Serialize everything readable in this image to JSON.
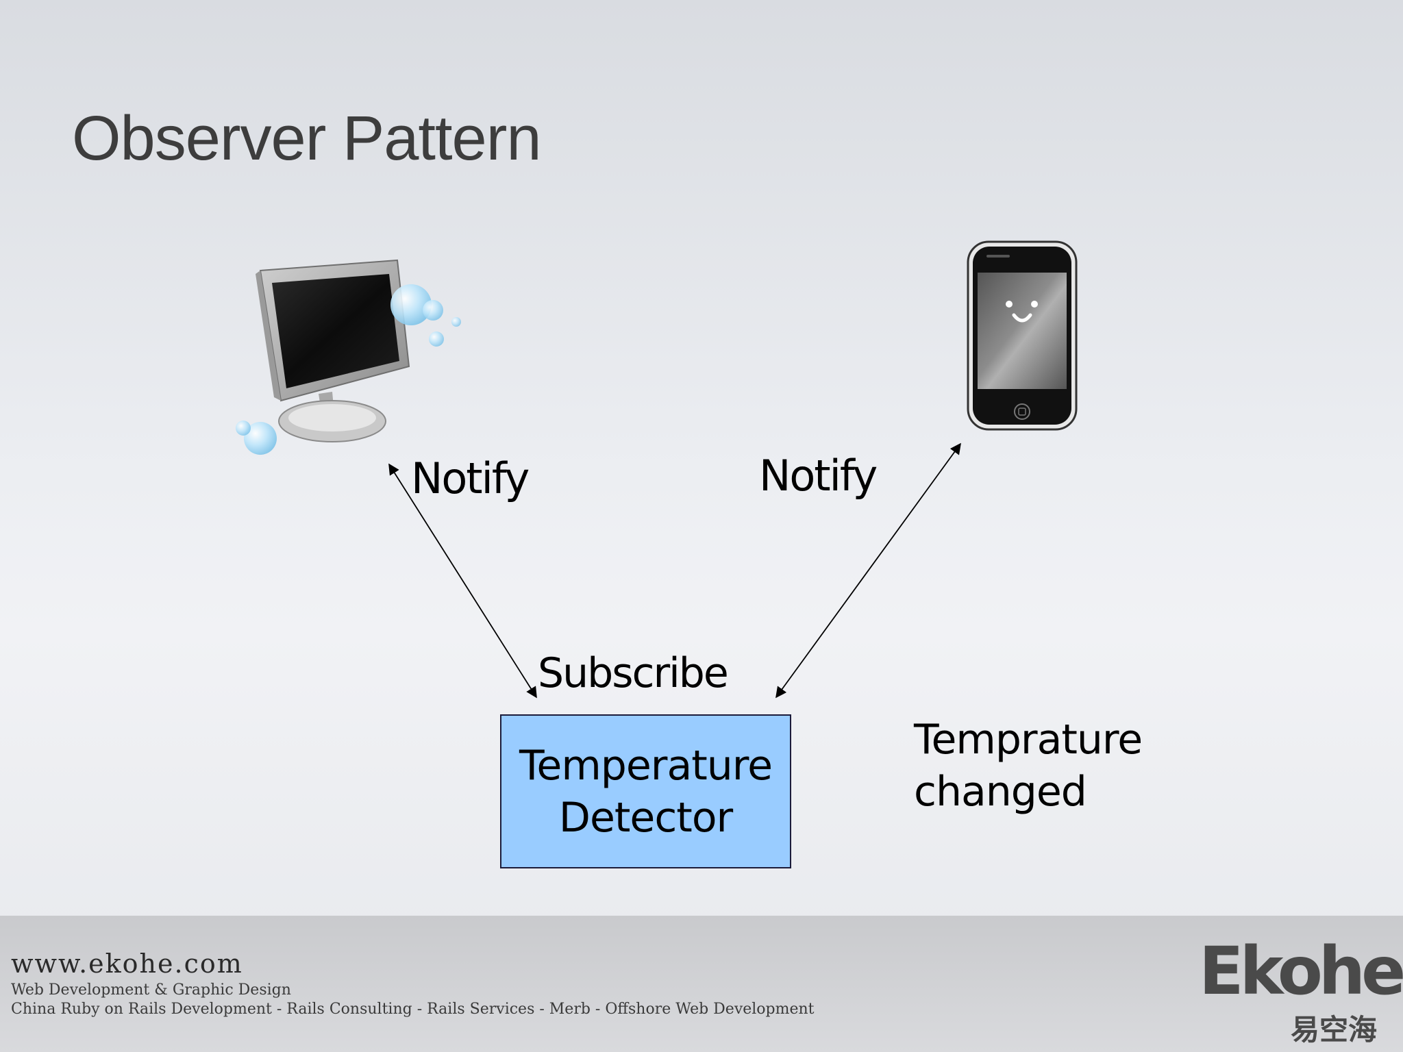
{
  "slide": {
    "title": "Observer Pattern"
  },
  "diagram": {
    "notify_left": "Notify",
    "notify_right": "Notify",
    "subscribe": "Subscribe",
    "detector_line1": "Temperature",
    "detector_line2": "Detector",
    "changed_line1": "Temprature",
    "changed_line2": "changed",
    "detector_fill": "#99ccff",
    "observers": [
      "monitor-icon",
      "phone-icon"
    ]
  },
  "footer": {
    "url": "www.ekohe.com",
    "line1": "Web Development & Graphic Design",
    "line2": "China Ruby on Rails Development - Rails Consulting - Rails Services - Merb - Offshore Web Development",
    "brand": "Ekohe",
    "brand_cn": "易空海"
  }
}
